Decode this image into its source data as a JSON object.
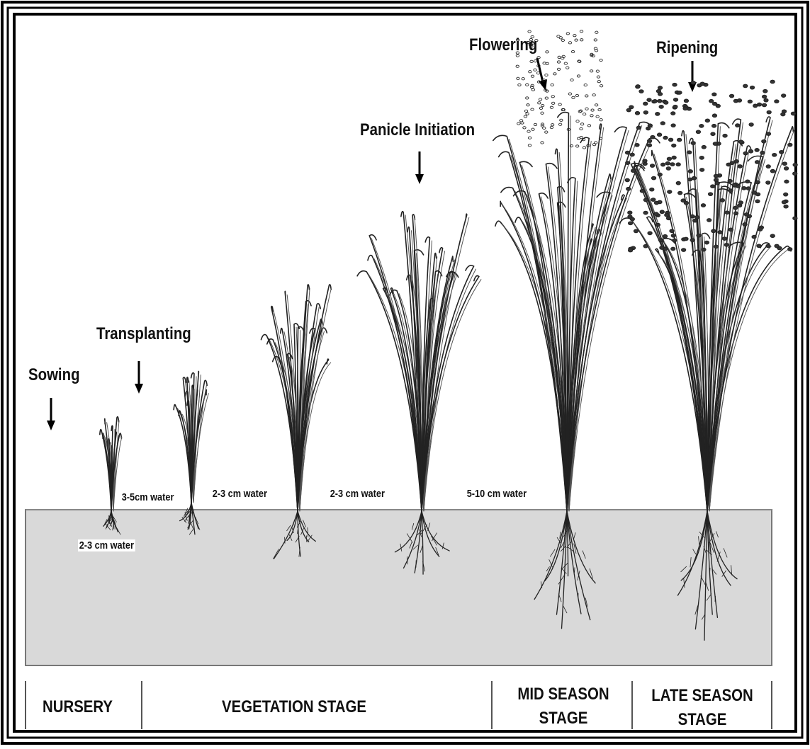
{
  "stages": {
    "sowing": "Sowing",
    "transplanting": "Transplanting",
    "panicle_initiation": "Panicle Initiation",
    "flowering": "Flowering",
    "ripening": "Ripening"
  },
  "water_levels": {
    "nursery": "2-3 cm water",
    "transplant": "3-5cm water",
    "vegetative_1": "2-3 cm water",
    "vegetative_2": "2-3 cm water",
    "mid_season": "5-10 cm water"
  },
  "phases": {
    "nursery": "NURSERY",
    "vegetation": "VEGETATION STAGE",
    "mid_season_line1": "MID SEASON",
    "mid_season_line2": "STAGE",
    "late_season_line1": "LATE SEASON",
    "late_season_line2": "STAGE"
  },
  "colors": {
    "soil": "#d9d9d9",
    "ink": "#111111",
    "frame": "#000000"
  }
}
